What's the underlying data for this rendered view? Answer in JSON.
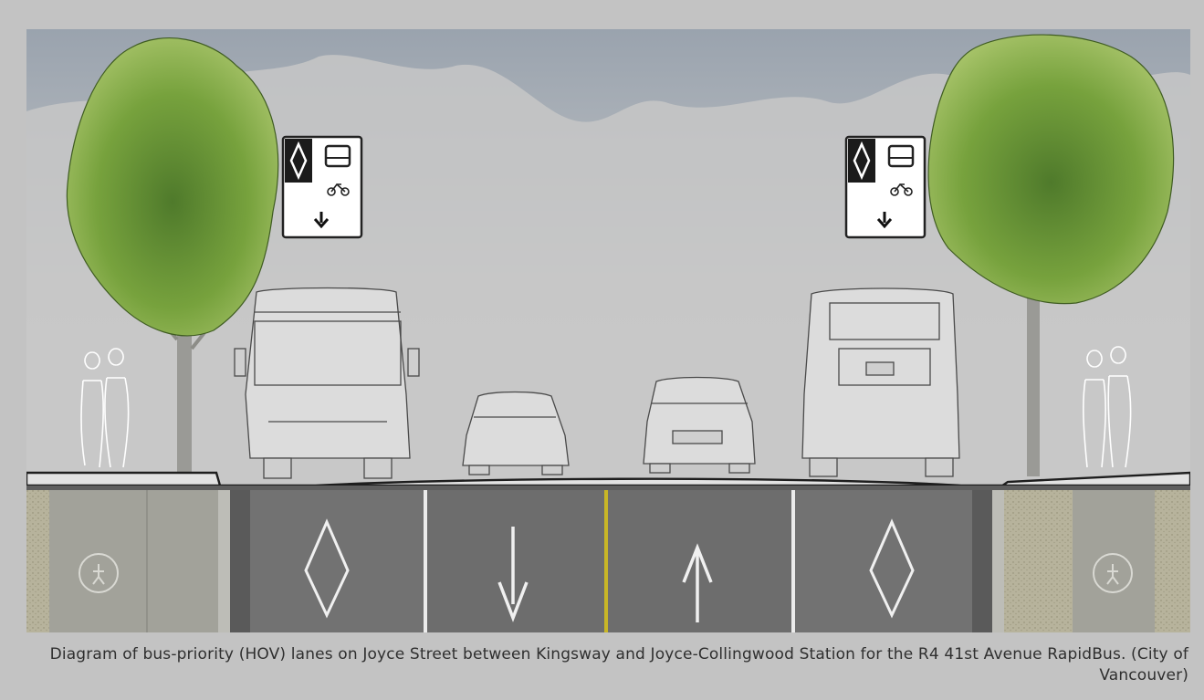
{
  "figure": {
    "caption": "Diagram of bus-priority (HOV) lanes on Joyce Street between Kingsway and Joyce-Collingwood Station for the R4 41st Avenue RapidBus. (City of Vancouver)"
  },
  "diagram": {
    "signs": [
      {
        "symbols": [
          "diamond-icon",
          "bus-icon",
          "bicycle-icon",
          "down-arrow-icon"
        ]
      },
      {
        "symbols": [
          "diamond-icon",
          "bus-icon",
          "bicycle-icon",
          "down-arrow-icon"
        ]
      }
    ],
    "lanes": [
      {
        "marking": "diamond"
      },
      {
        "marking": "arrow-down"
      },
      {
        "marking": "arrow-up"
      },
      {
        "marking": "diamond"
      }
    ],
    "sidewalk_markings": [
      "pedestrian-icon",
      "pedestrian-icon"
    ],
    "colors": {
      "sky": "#9aa3ad",
      "background_haze": "#c9c9c9",
      "asphalt": "#6f6f6f",
      "lane_line": "#ececec",
      "center_line": "#c8b626",
      "tree_foliage": "#6e9a3a",
      "sidewalk": "#a2a29a"
    }
  }
}
